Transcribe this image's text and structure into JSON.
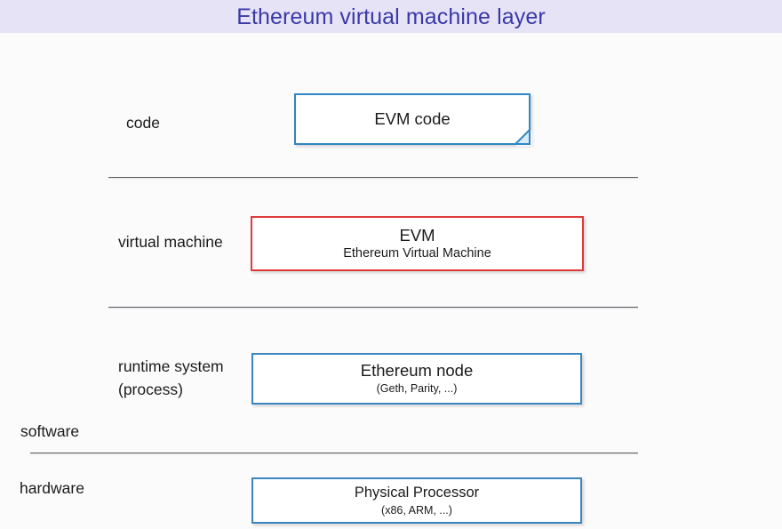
{
  "slide": {
    "title": "Ethereum virtual machine layer",
    "title_color": "#3a39a6",
    "title_band_color": "#e7e3f7",
    "background_color": "#fbfbfc"
  },
  "labels": {
    "code": "code",
    "virtual_machine": "virtual machine",
    "runtime_system_line1": "runtime system",
    "runtime_system_line2": "(process)",
    "software": "software",
    "hardware": "hardware"
  },
  "boxes": {
    "evm_code": {
      "title": "EVM code",
      "subtitle": "",
      "border_color": "#2f86c5",
      "fill_color": "#ffffff",
      "shape": "note-folded-corner"
    },
    "evm": {
      "title": "EVM",
      "subtitle": "Ethereum Virtual Machine",
      "border_color": "#e03a3a",
      "fill_color": "#ffffff",
      "shape": "rectangle"
    },
    "ethereum_node": {
      "title": "Ethereum node",
      "subtitle": "(Geth, Parity, ...)",
      "border_color": "#3b86c0",
      "fill_color": "#ffffff",
      "shape": "rectangle"
    },
    "physical_processor": {
      "title": "Physical Processor",
      "subtitle": "(x86, ARM, ...)",
      "border_color": "#3b86c0",
      "fill_color": "#ffffff",
      "shape": "rectangle"
    }
  },
  "dividers": {
    "color": "#5b5b60",
    "count": 3
  }
}
